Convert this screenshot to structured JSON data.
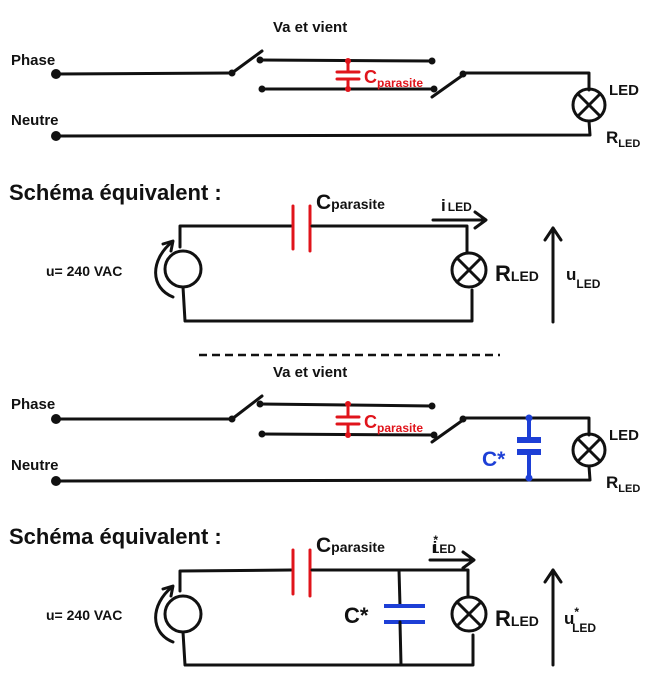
{
  "diagram1": {
    "switch_label": "Va et vient",
    "phase_label": "Phase",
    "neutral_label": "Neutre",
    "cap_label_main": "C",
    "cap_label_sub": "parasite",
    "led_label": "LED",
    "r_label_main": "R",
    "r_label_sub": "LED"
  },
  "equiv1": {
    "title": "Schéma équivalent :",
    "source_label": "u= 240 VAC",
    "cap_label_main": "C",
    "cap_label_sub": "parasite",
    "current_main": "i",
    "current_sub": "LED",
    "r_label_main": "R",
    "r_label_sub": "LED",
    "voltage_main": "u",
    "voltage_sub": "LED"
  },
  "diagram2": {
    "switch_label": "Va et vient",
    "phase_label": "Phase",
    "neutral_label": "Neutre",
    "cap_label_main": "C",
    "cap_label_sub": "parasite",
    "cstar_label": "C*",
    "led_label": "LED",
    "r_label_main": "R",
    "r_label_sub": "LED"
  },
  "equiv2": {
    "title": "Schéma équivalent :",
    "source_label": "u= 240 VAC",
    "cap_label_main": "C",
    "cap_label_sub": "parasite",
    "cstar_label": "C*",
    "current_main": "i",
    "current_sup": "*",
    "current_sub": "LED",
    "r_label_main": "R",
    "r_label_sub": "LED",
    "voltage_main": "u",
    "voltage_sup": "*",
    "voltage_sub": "LED"
  },
  "colors": {
    "parasitic_cap": "#e0141b",
    "added_cap": "#1d3fd6",
    "wire": "#111111"
  }
}
